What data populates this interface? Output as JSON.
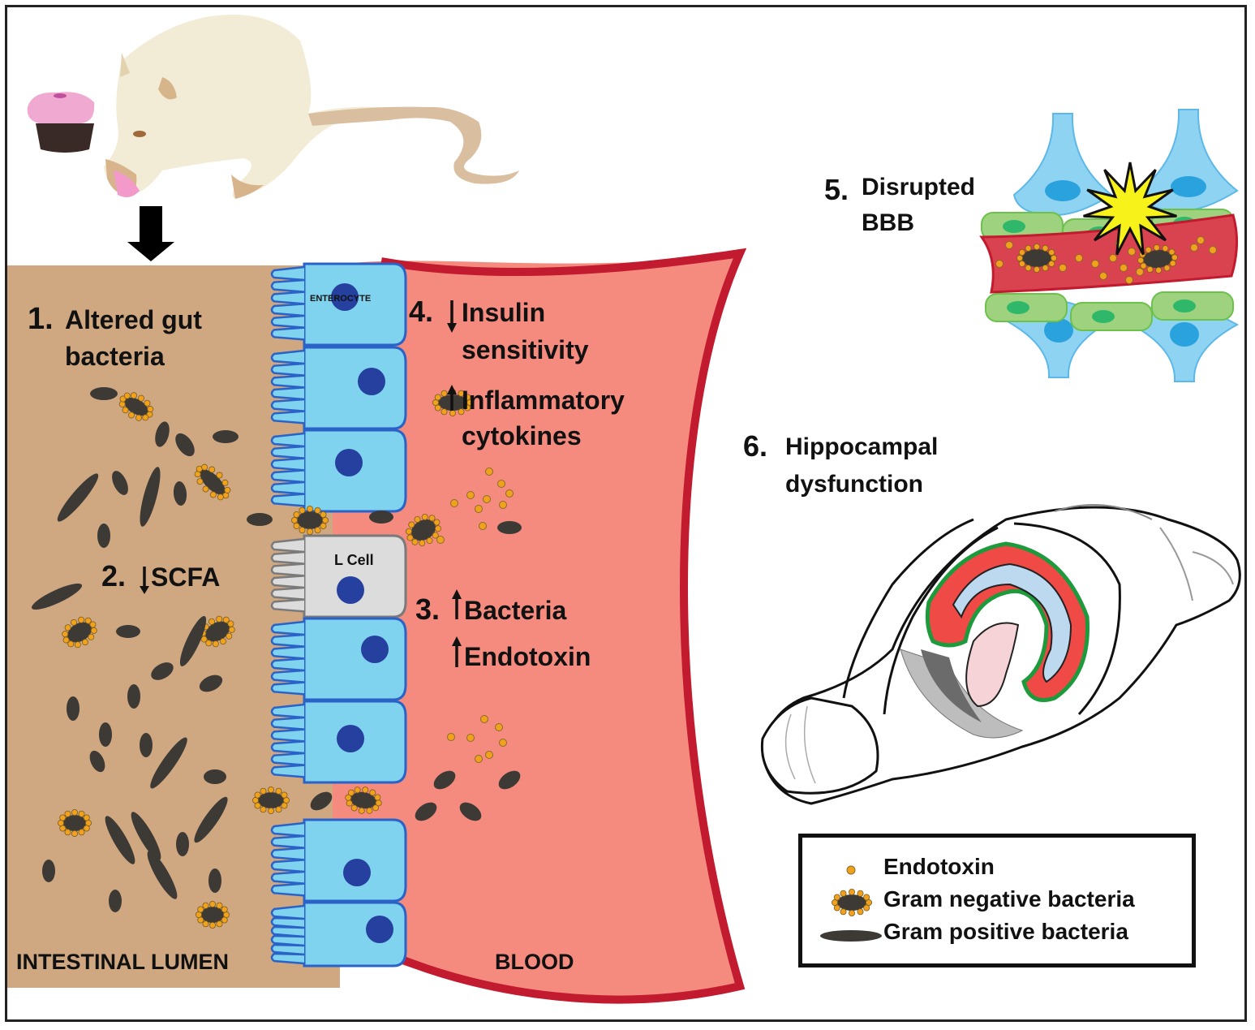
{
  "labels": {
    "step1": {
      "num": "1.",
      "lines": [
        "Altered gut",
        "bacteria"
      ]
    },
    "step2": {
      "num": "2.",
      "arrow": "down",
      "text": "SCFA"
    },
    "step3": {
      "num": "3.",
      "items": [
        {
          "arrow": "up",
          "text": "Bacteria"
        },
        {
          "arrow": "up",
          "text": "Endotoxin"
        }
      ]
    },
    "step4": {
      "num": "4.",
      "items": [
        {
          "arrow": "down",
          "lines": [
            "Insulin",
            "sensitivity"
          ]
        },
        {
          "arrow": "up",
          "lines": [
            "Inflammatory",
            "cytokines"
          ]
        }
      ]
    },
    "step5": {
      "num": "5.",
      "lines": [
        "Disrupted",
        "BBB"
      ]
    },
    "step6": {
      "num": "6.",
      "lines": [
        "Hippocampal",
        "dysfunction"
      ]
    },
    "enterocyte": "ENTEROCYTE",
    "l_cell": "L Cell",
    "intestinal_lumen": "INTESTINAL LUMEN",
    "blood": "BLOOD"
  },
  "legend": {
    "items": [
      {
        "symbol": "endotoxin-dot",
        "label": "Endotoxin"
      },
      {
        "symbol": "gram-negative-bacterium",
        "label": "Gram negative bacteria"
      },
      {
        "symbol": "gram-positive-bacterium",
        "label": "Gram positive bacteria"
      }
    ]
  },
  "colors": {
    "lumen": "#cfa882",
    "blood": "#f58b7e",
    "vessel_wall": "#c21a2e",
    "enterocyte": "#7fd3ee",
    "enterocyte_border": "#2a62c8",
    "nucleus": "#25409e",
    "l_cell": "#dcdcdc",
    "gram_positive": "#3d3a35",
    "endotoxin": "#f0a21d",
    "bbb_vessel": "#d8434f",
    "endothelial": "#9ed27f",
    "astrocyte": "#8fd3f2",
    "star": "#f7f21a",
    "hippocampus_red": "#ef4a45",
    "hippocampus_green": "#1c9a3c",
    "hippocampus_blue": "#bcd9ef",
    "hippocampus_pink": "#f5d3d6"
  }
}
